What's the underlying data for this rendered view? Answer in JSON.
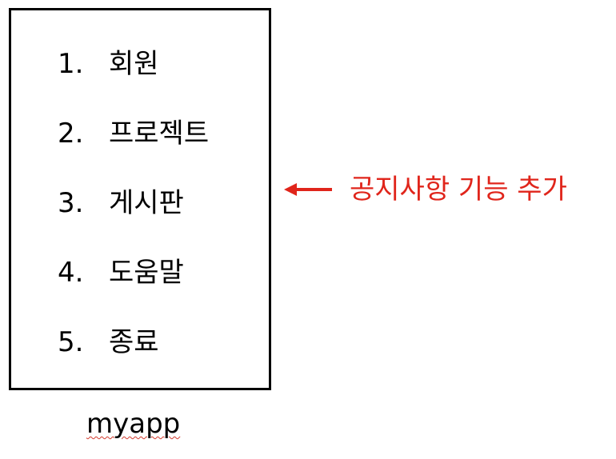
{
  "menu": {
    "items": [
      {
        "number": "1.",
        "label": "회원"
      },
      {
        "number": "2.",
        "label": "프로젝트"
      },
      {
        "number": "3.",
        "label": "게시판"
      },
      {
        "number": "4.",
        "label": "도움말"
      },
      {
        "number": "5.",
        "label": "종료"
      }
    ]
  },
  "app_label": "myapp",
  "annotation": {
    "text": "공지사항 기능 추가",
    "icon": "left-arrow-icon",
    "color": "#e0251b"
  },
  "colors": {
    "box_border": "#000000",
    "text": "#000000",
    "spellcheck_underline": "#d23b2e"
  }
}
